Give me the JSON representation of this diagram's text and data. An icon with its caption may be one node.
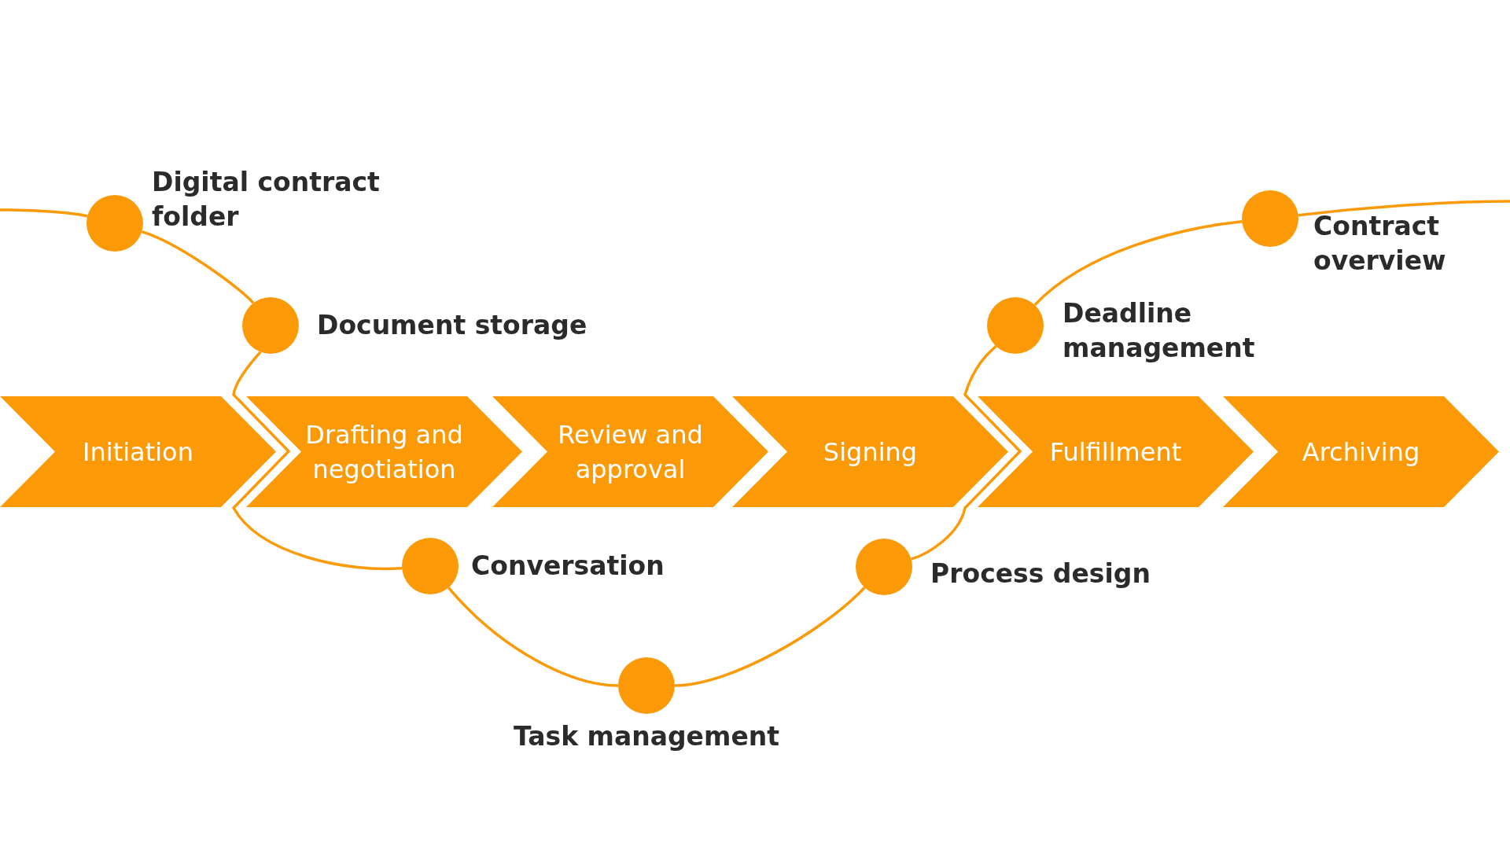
{
  "diagram": {
    "nodes": [
      {
        "text": [
          "Initiation"
        ]
      },
      {
        "text": [
          "Drafting and negotiation"
        ]
      },
      {
        "text": [
          "Review and approval"
        ]
      },
      {
        "text": [
          "Signing"
        ]
      },
      {
        "text": [
          "Fulfillment"
        ]
      },
      {
        "text": [
          "Archiving"
        ]
      },
      {
        "text": [],
        "shape": "circle",
        "beside": [
          "Digital contract folder"
        ]
      },
      {
        "text": [],
        "shape": "circle",
        "beside": [
          "Document storage"
        ]
      },
      {
        "text": [],
        "shape": "circle",
        "beside": [
          "Conversation"
        ]
      },
      {
        "text": [],
        "shape": "circle",
        "beside": [
          "Task management"
        ]
      },
      {
        "text": [],
        "shape": "circle",
        "beside": [
          "Process design"
        ]
      },
      {
        "text": [],
        "shape": "circle",
        "beside": [
          "Deadline management"
        ]
      },
      {
        "text": [],
        "shape": "circle",
        "beside": [
          "Contract overview"
        ]
      }
    ],
    "edges": [
      {
        "from": null,
        "to": 6,
        "arrow": "none"
      },
      {
        "from": 6,
        "to": 7,
        "arrow": "none"
      },
      {
        "from": 7,
        "to": 8,
        "arrow": "none"
      },
      {
        "from": 8,
        "to": 9,
        "arrow": "none"
      },
      {
        "from": 9,
        "to": 10,
        "arrow": "none"
      },
      {
        "from": 10,
        "to": 11,
        "arrow": "none"
      },
      {
        "from": 11,
        "to": 12,
        "arrow": "none"
      },
      {
        "from": 12,
        "to": null,
        "arrow": "none"
      }
    ]
  }
}
